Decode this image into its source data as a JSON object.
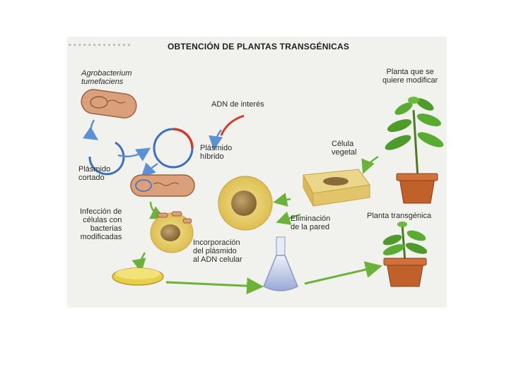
{
  "title": "OBTENCIÓN DE PLANTAS TRANSGÉNICAS",
  "labels": {
    "agrobacterium": "Agrobacterium\ntumefaciens",
    "adn_interes": "ADN de interés",
    "plasmido_hibrido": "Plásmido\nhíbrido",
    "plasmido_cortado": "Plásmido\ncortado",
    "infeccion": "Infección de\ncélulas con\nbacterias\nmodificadas",
    "incorporacion": "Incorporación\ndel plásmido\nal ADN celular",
    "eliminacion": "Eliminación\nde la pared",
    "celula_vegetal": "Célula\nvegetal",
    "planta_modificar": "Planta que se\nquiere modificar",
    "planta_transgenica": "Planta transgénica"
  },
  "colors": {
    "background": "#f1f1ee",
    "bacterium_fill": "#d9a07b",
    "bacterium_outline": "#a0603a",
    "plasmid_blue": "#3a6fc4",
    "plasmid_red": "#d23a2a",
    "arrow_blue": "#5b8fd6",
    "arrow_green": "#6ab23a",
    "leaf_green": "#4e9a2a",
    "pot": "#c0602a",
    "cell_yellow": "#e8d26a",
    "nucleus_brown": "#9a7a3a"
  }
}
